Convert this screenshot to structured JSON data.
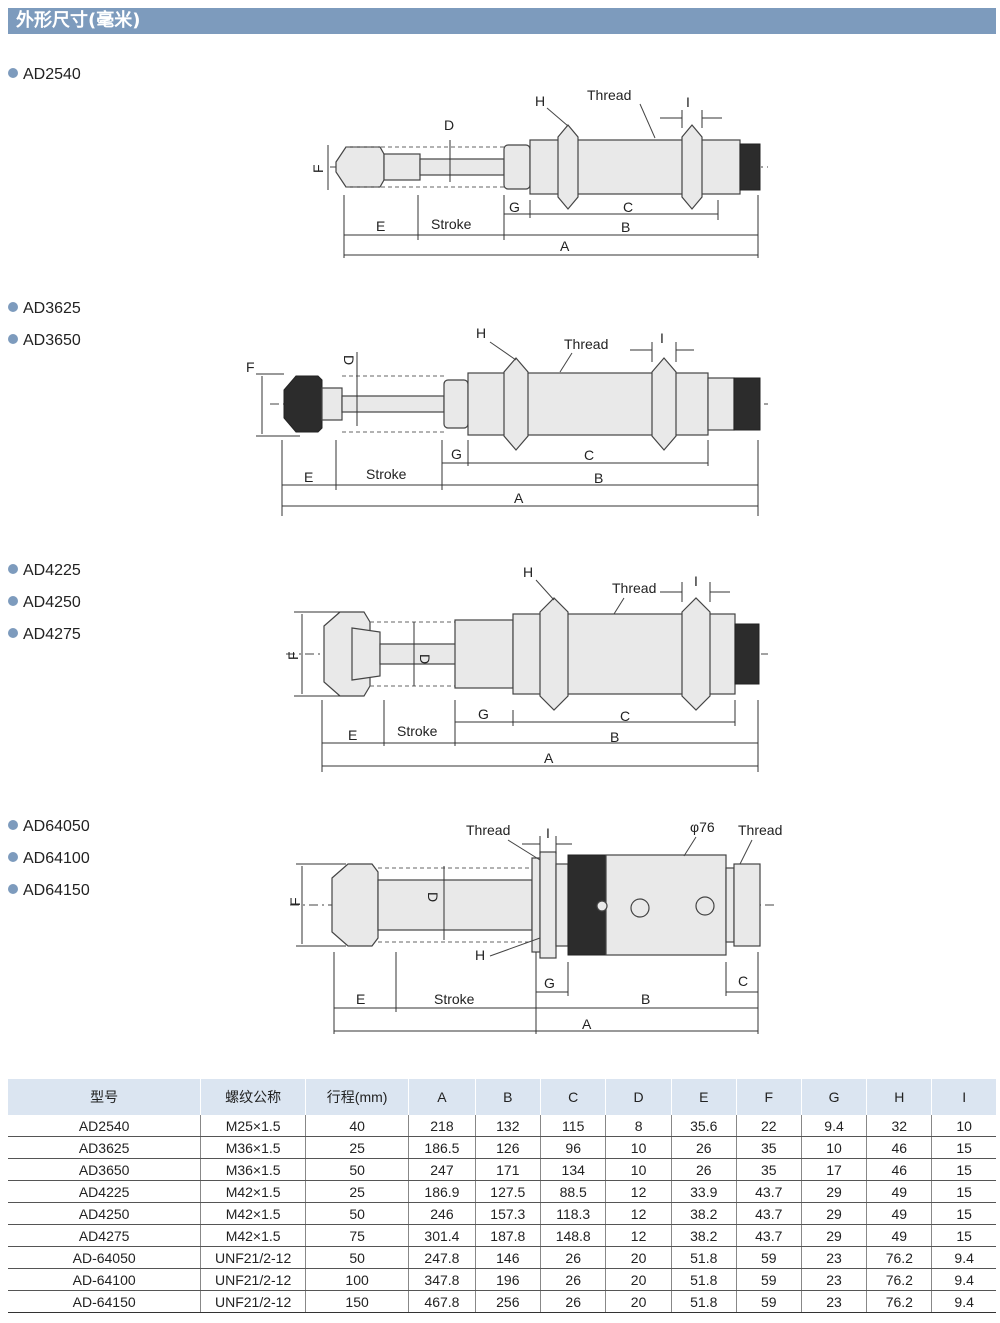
{
  "header": {
    "title": "外形尺寸(毫米)",
    "accent": "#7d9bbd"
  },
  "groups": [
    {
      "models": [
        "AD2540"
      ]
    },
    {
      "models": [
        "AD3625",
        "AD3650"
      ]
    },
    {
      "models": [
        "AD4225",
        "AD4250",
        "AD4275"
      ]
    },
    {
      "models": [
        "AD64050",
        "AD64100",
        "AD64150"
      ]
    }
  ],
  "diagram_labels": {
    "thread": "Thread",
    "stroke": "Stroke",
    "A": "A",
    "B": "B",
    "C": "C",
    "D": "D",
    "E": "E",
    "F": "F",
    "G": "G",
    "H": "H",
    "I": "I",
    "phi76": "φ76"
  },
  "table": {
    "headers": [
      "型号",
      "螺纹公称",
      "行程(mm)",
      "A",
      "B",
      "C",
      "D",
      "E",
      "F",
      "G",
      "H",
      "I"
    ],
    "rows": [
      [
        "AD2540",
        "M25×1.5",
        "40",
        "218",
        "132",
        "115",
        "8",
        "35.6",
        "22",
        "9.4",
        "32",
        "10"
      ],
      [
        "AD3625",
        "M36×1.5",
        "25",
        "186.5",
        "126",
        "96",
        "10",
        "26",
        "35",
        "10",
        "46",
        "15"
      ],
      [
        "AD3650",
        "M36×1.5",
        "50",
        "247",
        "171",
        "134",
        "10",
        "26",
        "35",
        "17",
        "46",
        "15"
      ],
      [
        "AD4225",
        "M42×1.5",
        "25",
        "186.9",
        "127.5",
        "88.5",
        "12",
        "33.9",
        "43.7",
        "29",
        "49",
        "15"
      ],
      [
        "AD4250",
        "M42×1.5",
        "50",
        "246",
        "157.3",
        "118.3",
        "12",
        "38.2",
        "43.7",
        "29",
        "49",
        "15"
      ],
      [
        "AD4275",
        "M42×1.5",
        "75",
        "301.4",
        "187.8",
        "148.8",
        "12",
        "38.2",
        "43.7",
        "29",
        "49",
        "15"
      ],
      [
        "AD-64050",
        "UNF21/2-12",
        "50",
        "247.8",
        "146",
        "26",
        "20",
        "51.8",
        "59",
        "23",
        "76.2",
        "9.4"
      ],
      [
        "AD-64100",
        "UNF21/2-12",
        "100",
        "347.8",
        "196",
        "26",
        "20",
        "51.8",
        "59",
        "23",
        "76.2",
        "9.4"
      ],
      [
        "AD-64150",
        "UNF21/2-12",
        "150",
        "467.8",
        "256",
        "26",
        "20",
        "51.8",
        "59",
        "23",
        "76.2",
        "9.4"
      ]
    ]
  }
}
